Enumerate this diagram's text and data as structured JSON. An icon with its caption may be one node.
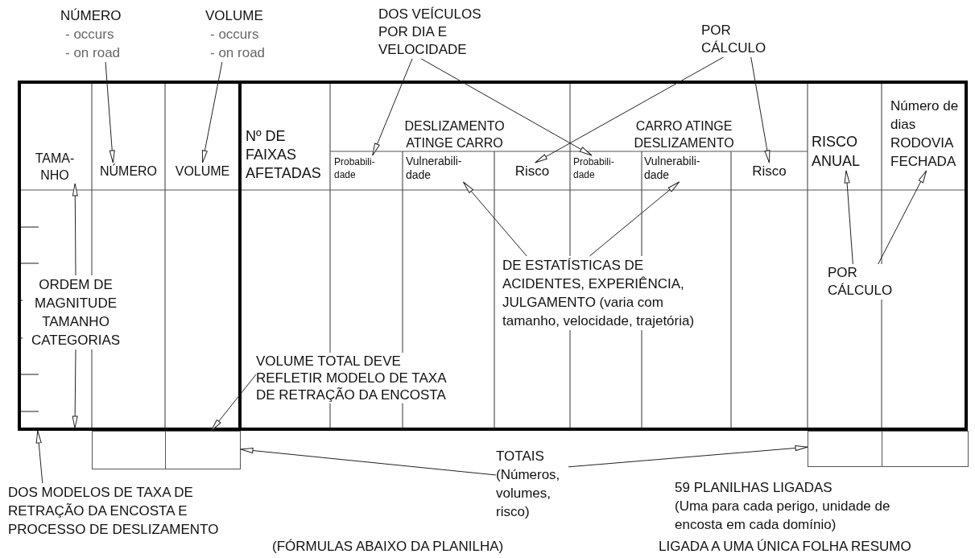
{
  "diagram": {
    "nodes": [
      {
        "text": [],
        "shape": "box"
      },
      {
        "text": [
          "TAMA- NHO"
        ],
        "in": 0
      },
      {
        "text": [
          "NÚMERO"
        ],
        "in": 0
      },
      {
        "text": [
          "VOLUME"
        ],
        "in": 0
      },
      {
        "text": [
          "Nº DE FAIXAS AFETADAS"
        ],
        "in": 0
      },
      {
        "text": [
          "DESLIZAMENTO ATINGE CARRO"
        ],
        "in": 0
      },
      {
        "text": [
          "CARRO ATINGE DESLIZAMENTO"
        ],
        "in": 0
      },
      {
        "text": [
          "RISCO ANUAL"
        ],
        "in": 0
      },
      {
        "text": [
          "Número de dias",
          "RODOVIA FECHADA"
        ],
        "in": 0
      },
      {
        "text": [
          "Probabili- dade"
        ],
        "in": 0
      },
      {
        "text": [
          "Vulnerabili- dade"
        ],
        "in": 0
      },
      {
        "text": [
          "Risco"
        ],
        "in": 0
      },
      {
        "text": [
          "Probabili- dade"
        ],
        "in": 0
      },
      {
        "text": [
          "Vulnerabili- dade"
        ],
        "in": 0
      },
      {
        "text": [
          "Risco"
        ],
        "in": 0
      },
      {
        "text": [],
        "shape": "box"
      },
      {
        "text": [],
        "shape": "box"
      },
      {
        "text": [],
        "shape": "box"
      },
      {
        "text": [],
        "shape": "box"
      },
      {
        "text": [
          "NÚMERO",
          "- occurs",
          "- on road"
        ]
      },
      {
        "text": [
          "VOLUME",
          "- occurs",
          "- on road"
        ]
      },
      {
        "text": [
          "DOS VEÍCULOS POR DIA E VELOCIDADE"
        ]
      },
      {
        "text": [
          "POR CÁLCULO"
        ]
      },
      {
        "text": [
          "DE ESTATÍSTICAS DE ACIDENTES, EXPERIÊNCIA, JULGAMENTO (varia com tamanho, velocidade, trajetória)"
        ],
        "in": 0
      },
      {
        "text": [
          "POR CÁLCULO"
        ],
        "in": 0
      },
      {
        "text": [
          "VOLUME TOTAL DEVE REFLETIR MODELO DE TAXA DE RETRAÇÃO DA ENCOSTA"
        ],
        "in": 0
      },
      {
        "text": [
          "TOTAIS (Números, volumes, risco)"
        ]
      },
      {
        "text": [
          "DOS MODELOS DE TAXA DE RETRAÇÃO DA ENCOSTA E PROCESSO DE DESLIZAMENTO"
        ]
      },
      {
        "text": [
          "ORDEM DE MAGNITUDE TAMANHO CATEGORIAS"
        ],
        "in": 0
      }
    ],
    "edges": [
      {
        "from": 19,
        "to": 2,
        "arrow": "to"
      },
      {
        "from": 20,
        "to": 3,
        "arrow": "to"
      },
      {
        "from": 21,
        "to": 9,
        "arrow": "to"
      },
      {
        "from": 21,
        "to": 12,
        "arrow": "to"
      },
      {
        "from": 22,
        "to": 11,
        "arrow": "to"
      },
      {
        "from": 22,
        "to": 14,
        "arrow": "to"
      },
      {
        "from": 23,
        "to": 10,
        "arrow": "to"
      },
      {
        "from": 23,
        "to": 13,
        "arrow": "to"
      },
      {
        "from": 24,
        "to": 7,
        "arrow": "to"
      },
      {
        "from": 24,
        "to": 8,
        "arrow": "to"
      },
      {
        "from": 25,
        "to": 16,
        "arrow": "to"
      },
      {
        "from": 26,
        "to": 16,
        "arrow": "to"
      },
      {
        "from": 26,
        "to": 17,
        "arrow": "to"
      },
      {
        "from": 27,
        "to": 0,
        "arrow": "to"
      },
      {
        "from": 28,
        "to": 1,
        "arrow": "to"
      },
      {
        "from": 28,
        "to": null,
        "arrow": "to"
      }
    ],
    "labels": [
      "59 PLANILHAS LIGADAS",
      "(Uma para cada perigo, unidade de encosta em cada domínio)",
      "(FÓRMULAS ABAIXO DA PLANILHA)",
      "LIGADA A UMA ÚNICA FOLHA RESUMO"
    ]
  }
}
